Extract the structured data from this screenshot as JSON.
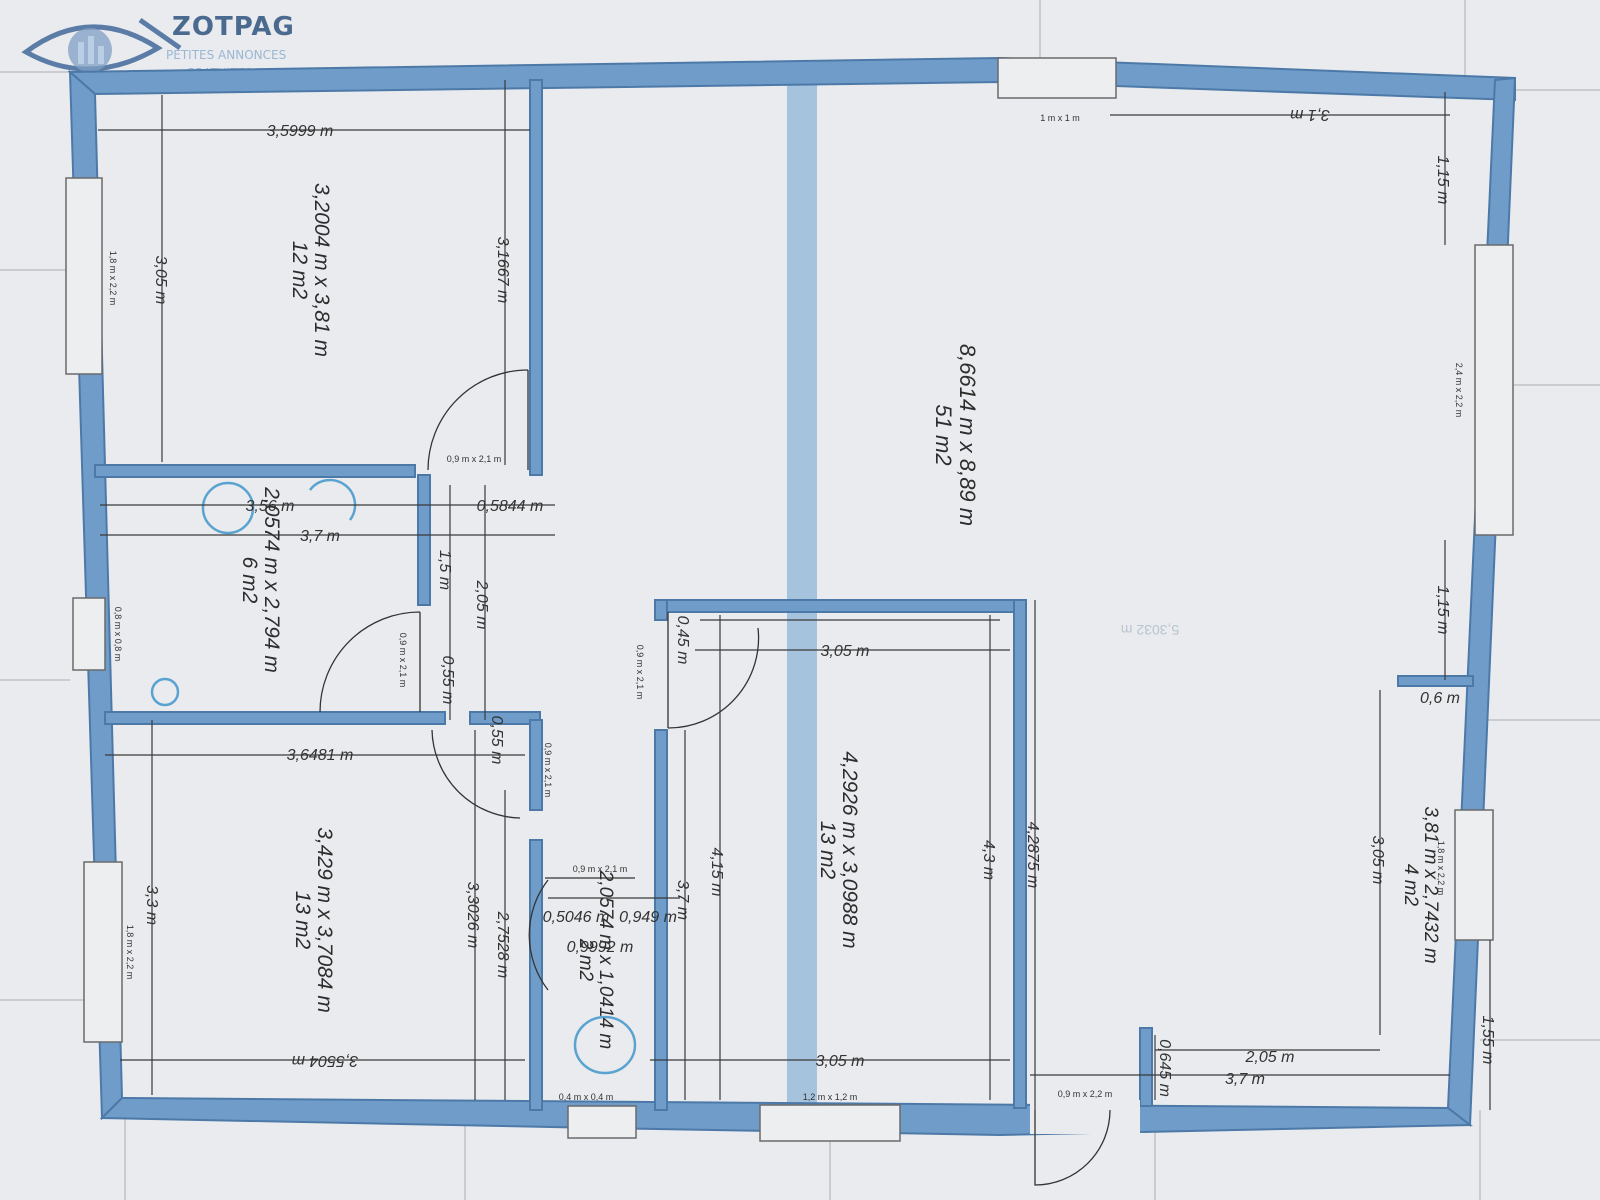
{
  "logo": {
    "name": "ZOTPAG",
    "tagline": "PETITES ANNONCES",
    "tagline2": "GRATUITES"
  },
  "colors": {
    "wall": "#6f9cc8",
    "wall_edge": "#4d79a8",
    "beam": "#8db6d6",
    "paper": "#e9ebee",
    "dim": "#3a3a3a"
  },
  "rooms": {
    "bedroom1": {
      "size": "3,2004 m x 3,81 m",
      "area": "12 m2"
    },
    "bathroom": {
      "size": "2,0574 m x 2,794 m",
      "area": "6 m2"
    },
    "bedroom2": {
      "size": "3,429 m x 3,7084 m",
      "area": "13 m2"
    },
    "wc": {
      "size": "2,0574 m x 1,0414 m",
      "area": "2 m2"
    },
    "bedroom3": {
      "size": "4,2926 m x 3,0988 m",
      "area": "13 m2"
    },
    "living": {
      "size": "8,6614 m x 8,89 m",
      "area": "51 m2"
    },
    "storage": {
      "size": "3,81 m x 2,7432 m",
      "area": "4 m2"
    }
  },
  "dims": {
    "d1": "3,5999 m",
    "d2": "3,05 m",
    "d3": "3,1667 m",
    "d4": "3,56 m",
    "d5": "3,7 m",
    "d6": "0,5844 m",
    "d7": "1,5 m",
    "d8": "2,05 m",
    "d9": "0,55 m",
    "d10": "0,55 m",
    "d11": "3,6481 m",
    "d12": "3,3 m",
    "d13": "3,3026 m",
    "d14": "2,7528 m",
    "d15": "3,5504 m",
    "d16": "0,5046 m",
    "d17": "0,949 m",
    "d18": "0,9992 m",
    "d19": "0,45 m",
    "d20": "3,05 m",
    "d21": "4,15 m",
    "d22": "3,7 m",
    "d23": "4,3 m",
    "d24": "4,2875 m",
    "d25": "3,05 m",
    "d26": "3,1 m",
    "d27": "1,15 m",
    "d28": "1,15 m",
    "d29": "0,6 m",
    "d30": "3,05 m",
    "d31": "1,55 m",
    "d32": "2,05 m",
    "d33": "3,7 m",
    "d34": "0,645 m"
  },
  "openings": {
    "o1": "1 m x 1 m",
    "o2": "1,8 m x 2,2 m",
    "o3": "0,8 m x 0,8 m",
    "o4": "1,8 m x 2,2 m",
    "o5": "0,9 m x 2,1 m",
    "o6": "0,9 m x 2,1 m",
    "o7": "0,9 m x 2,1 m",
    "o8": "0,9 m x 2,1 m",
    "o9": "0,9 m x 2,1 m",
    "o10": "1,2 m x 1,2 m",
    "o11": "0,9 m x 2,2 m",
    "o12": "2,4 m x 2,2 m",
    "o13": "1,8 m x 2,2 m",
    "o14": "0,4 m x 0,4 m"
  },
  "faint": "5,3032 m"
}
